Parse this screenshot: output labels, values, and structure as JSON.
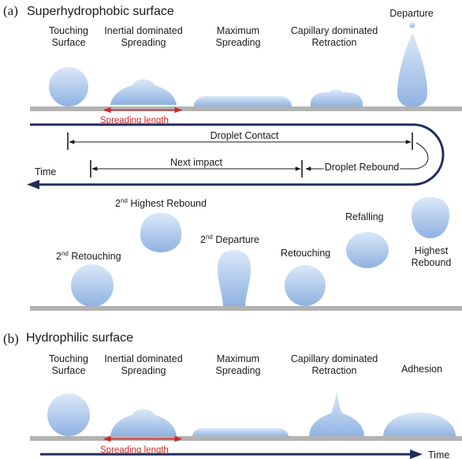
{
  "panel_a": {
    "letter": "(a)",
    "title": "Superhydrophobic surface",
    "stages": [
      {
        "line1": "Touching",
        "line2": "Surface"
      },
      {
        "line1": "Inertial dominated",
        "line2": "Spreading"
      },
      {
        "line1": "Maximum",
        "line2": "Spreading"
      },
      {
        "line1": "Capillary dominated",
        "line2": "Retraction"
      },
      {
        "line1": "Departure",
        "line2": ""
      }
    ],
    "spreading_length": "Spreading length",
    "timeline": {
      "droplet_contact": "Droplet Contact",
      "next_impact": "Next impact",
      "droplet_rebound": "Droplet Rebound",
      "time": "Time"
    },
    "rebound_stages": {
      "second_highest_rebound": {
        "pre": "2",
        "sup": "nd",
        "post": " Highest Rebound"
      },
      "second_retouching": {
        "pre": "2",
        "sup": "nd",
        "post": " Retouching"
      },
      "second_departure": {
        "pre": "2",
        "sup": "nd",
        "post": " Departure"
      },
      "retouching": "Retouching",
      "refalling": "Refalling",
      "highest_rebound": {
        "line1": "Highest",
        "line2": "Rebound"
      }
    }
  },
  "panel_b": {
    "letter": "(b)",
    "title": "Hydrophilic surface",
    "stages": [
      {
        "line1": "Touching",
        "line2": "Surface"
      },
      {
        "line1": "Inertial dominated",
        "line2": "Spreading"
      },
      {
        "line1": "Maximum",
        "line2": "Spreading"
      },
      {
        "line1": "Capillary dominated",
        "line2": "Retraction"
      },
      {
        "line1": "Adhesion",
        "line2": ""
      }
    ],
    "spreading_length": "Spreading length",
    "time": "Time"
  },
  "colors": {
    "droplet_light": "#dbe8f8",
    "droplet_dark": "#8fb2e2",
    "surface": "#b3b3b3",
    "timeline": "#1f2d5c",
    "spreading": "#d0262b"
  }
}
